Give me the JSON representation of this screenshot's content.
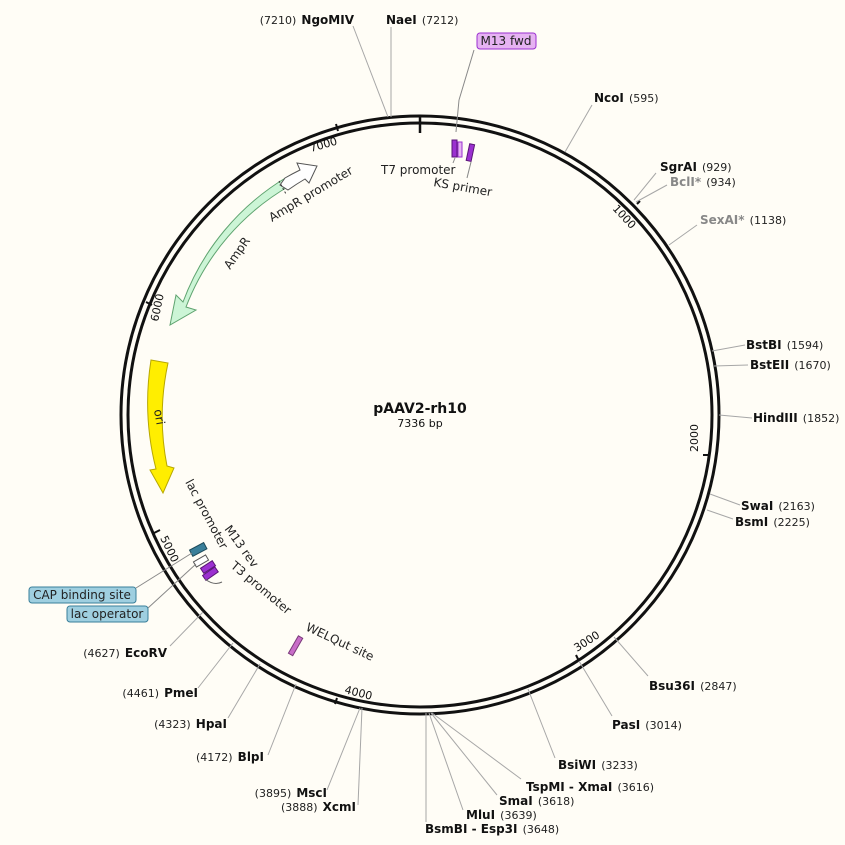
{
  "plasmid": {
    "name": "pAAV2-rh10",
    "length_label": "7336 bp"
  },
  "colors": {
    "backbone": "#111111",
    "ampr": "#ccf5d6",
    "ori": "#ffee00",
    "primer": "#9b30d0",
    "primer_box": "#e6b3f2",
    "operator_box": "#9fcfe0",
    "cap_site": "#3a7f9a",
    "welqut": "#c86dc8"
  },
  "ticks": [
    {
      "bp": 1000,
      "label": "1000"
    },
    {
      "bp": 2000,
      "label": "2000"
    },
    {
      "bp": 3000,
      "label": "3000"
    },
    {
      "bp": 4000,
      "label": "4000"
    },
    {
      "bp": 5000,
      "label": "5000"
    },
    {
      "bp": 6000,
      "label": "6000"
    },
    {
      "bp": 7000,
      "label": "7000"
    }
  ],
  "enzymes": [
    {
      "name": "NgoMIV",
      "pos": "(7210)"
    },
    {
      "name": "NaeI",
      "pos": "(7212)"
    },
    {
      "name": "NcoI",
      "pos": "(595)"
    },
    {
      "name": "SgrAI",
      "pos": "(929)"
    },
    {
      "name": "BclI*",
      "pos": "(934)",
      "nonunique": true
    },
    {
      "name": "SexAI*",
      "pos": "(1138)",
      "nonunique": true
    },
    {
      "name": "BstBI",
      "pos": "(1594)"
    },
    {
      "name": "BstEII",
      "pos": "(1670)"
    },
    {
      "name": "HindIII",
      "pos": "(1852)"
    },
    {
      "name": "SwaI",
      "pos": "(2163)"
    },
    {
      "name": "BsmI",
      "pos": "(2225)"
    },
    {
      "name": "Bsu36I",
      "pos": "(2847)"
    },
    {
      "name": "PasI",
      "pos": "(3014)"
    },
    {
      "name": "BsiWI",
      "pos": "(3233)"
    },
    {
      "name": "TspMI - XmaI",
      "pos": "(3616)"
    },
    {
      "name": "SmaI",
      "pos": "(3618)"
    },
    {
      "name": "MluI",
      "pos": "(3639)"
    },
    {
      "name": "BsmBI - Esp3I",
      "pos": "(3648)"
    },
    {
      "name": "XcmI",
      "pos": "(3888)"
    },
    {
      "name": "MscI",
      "pos": "(3895)"
    },
    {
      "name": "BlpI",
      "pos": "(4172)"
    },
    {
      "name": "HpaI",
      "pos": "(4323)"
    },
    {
      "name": "PmeI",
      "pos": "(4461)"
    },
    {
      "name": "EcoRV",
      "pos": "(4627)"
    }
  ],
  "features": {
    "ampr": "AmpR",
    "ampr_promoter": "AmpR promoter",
    "ori": "ori",
    "lac_promoter": "lac promoter",
    "m13_rev": "M13 rev",
    "t3_promoter": "T3 promoter",
    "t7_promoter": "T7 promoter",
    "ks_primer": "KS primer",
    "welqut": "WELQut site",
    "m13_fwd": "M13 fwd",
    "cap_binding": "CAP binding site",
    "lac_operator": "lac operator"
  }
}
